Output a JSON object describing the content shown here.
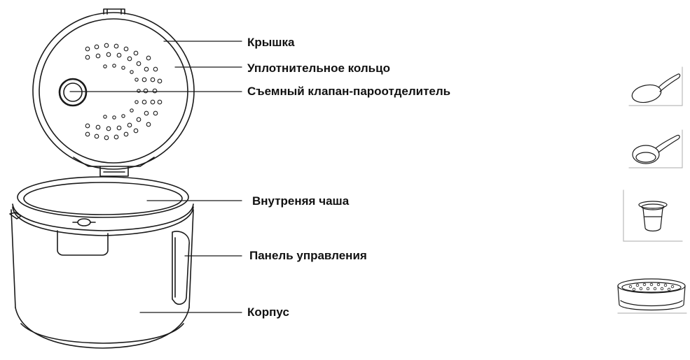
{
  "labels": {
    "lid": "Крышка",
    "seal": "Уплотнительное кольцо",
    "valve": "Съемный клапан-пароотделитель",
    "bowl": "Внутреняя чаша",
    "panel": "Панель управления",
    "body": "Корпус"
  },
  "accessories": [
    "spoon-icon",
    "ladle-icon",
    "measuring-cup-icon",
    "steamer-basket-icon"
  ],
  "colors": {
    "stroke": "#1a1a1a",
    "fill": "#ffffff"
  }
}
